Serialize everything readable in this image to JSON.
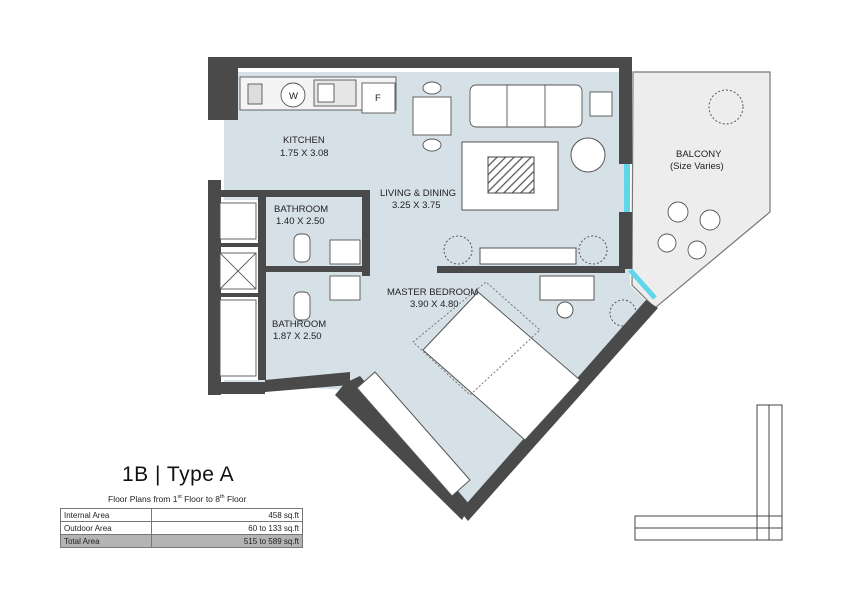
{
  "title": "1B | Type  A",
  "subtitle": {
    "prefix": "Floor Plans from 1",
    "sup1": "st",
    "middle": " Floor  to 8",
    "sup2": "th",
    "suffix": " Floor"
  },
  "rooms": {
    "kitchen": {
      "name": "KITCHEN",
      "size": "1.75 X 3.08"
    },
    "living": {
      "name": "LIVING & DINING",
      "size": "3.25 X 3.75"
    },
    "balcony": {
      "name": "BALCONY",
      "size": "(Size Varies)"
    },
    "bathroom1": {
      "name": "BATHROOM",
      "size": "1.40 X 2.50"
    },
    "bathroom2": {
      "name": "BATHROOM",
      "size": "1.87 X 2.50"
    },
    "master": {
      "name": "MASTER BEDROOM",
      "size": "3.90 X 4.80"
    }
  },
  "appliances": {
    "washer": "W",
    "fridge": "F"
  },
  "area_table": [
    {
      "label": "Internal Area",
      "value": "458 sq.ft"
    },
    {
      "label": "Outdoor Area",
      "value": "60 to 133  sq.ft"
    },
    {
      "label": "Total Area",
      "value": "515 to 589 sq.ft"
    }
  ],
  "colors": {
    "floor": "#d6e0e7",
    "wall": "#4a4a4a",
    "glass": "#5fd6ea",
    "balcony": "#ededed",
    "total_row": "#b4b4b4"
  }
}
